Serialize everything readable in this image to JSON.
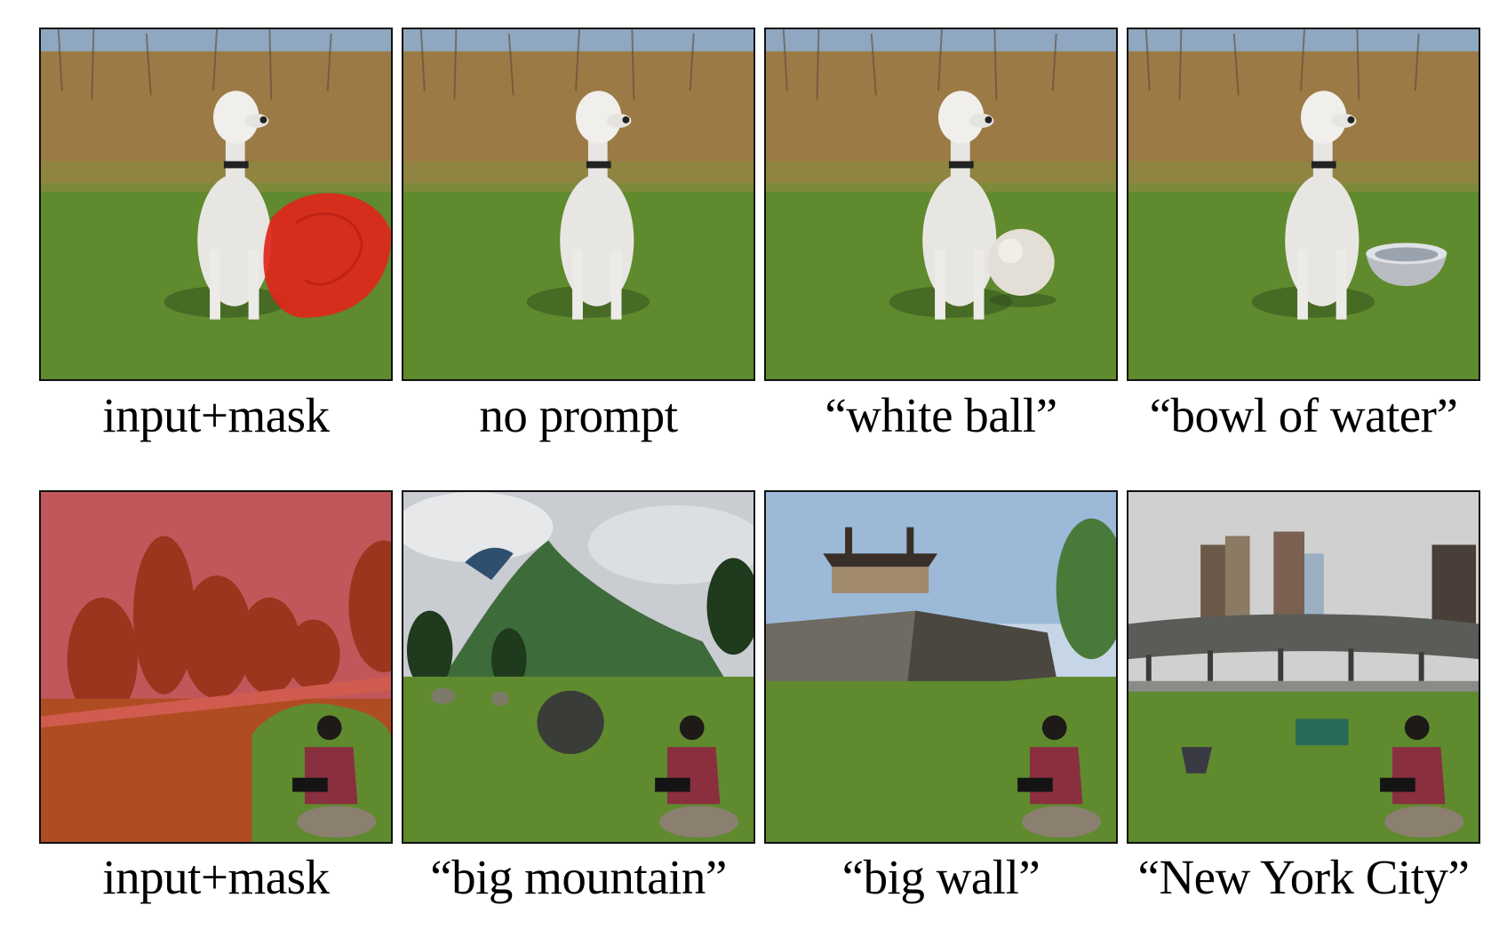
{
  "figure": {
    "rows": [
      {
        "panels": [
          {
            "caption": "input+mask",
            "scene": "dog",
            "fill": "mask"
          },
          {
            "caption": "no prompt",
            "scene": "dog",
            "fill": "none"
          },
          {
            "caption": "“white ball”",
            "scene": "dog",
            "fill": "ball"
          },
          {
            "caption": "“bowl of water”",
            "scene": "dog",
            "fill": "bowl"
          }
        ]
      },
      {
        "panels": [
          {
            "caption": "input+mask",
            "scene": "park",
            "fill": "mask"
          },
          {
            "caption": "“big mountain”",
            "scene": "park",
            "fill": "mountain"
          },
          {
            "caption": "“big wall”",
            "scene": "park",
            "fill": "wall"
          },
          {
            "caption": "“New York City”",
            "scene": "park",
            "fill": "city"
          }
        ]
      }
    ],
    "colors": {
      "mask": "#e0261c",
      "grass": "#5f8a2e",
      "dry_brush": "#9c7a45",
      "sky": "#7fa3c8",
      "border": "#111111"
    }
  }
}
